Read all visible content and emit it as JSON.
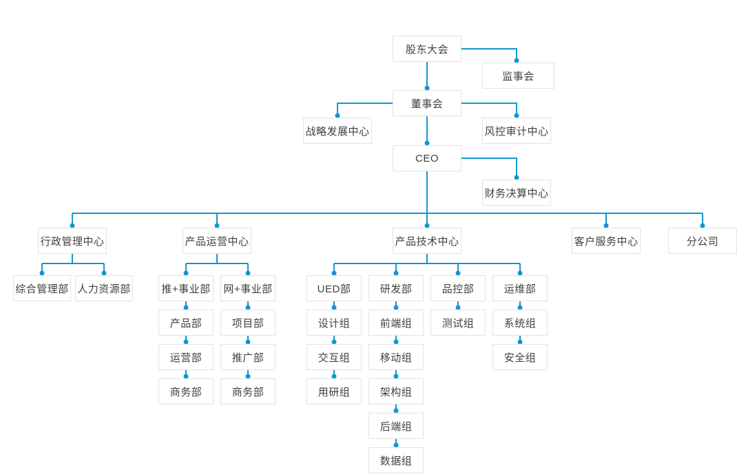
{
  "diagram": {
    "type": "org-chart",
    "background_color": "#ffffff",
    "accent_color": "#0f97d4",
    "node_background_color": "#ffffff",
    "node_border_color": "#e2e2e2",
    "node_text_color": "#3f3f3f"
  },
  "nodes": {
    "shareholders": "股东大会",
    "supervisory": "监事会",
    "board": "董事会",
    "strategy_center": "战略发展中心",
    "risk_audit_center": "风控审计中心",
    "ceo": "CEO",
    "finance_center": "财务决算中心",
    "admin_center": "行政管理中心",
    "operations_center": "产品运营中心",
    "tech_center": "产品技术中心",
    "service_center": "客户服务中心",
    "branch_company": "分公司",
    "general_affairs_dept": "综合管理部",
    "hr_dept": "人力资源部",
    "tui_division": "推+事业部",
    "wang_division": "网+事业部",
    "product_dept": "产品部",
    "operation_dept": "运营部",
    "business_dept_tui": "商务部",
    "project_dept": "项目部",
    "promotion_dept": "推广部",
    "business_dept_wang": "商务部",
    "ued_dept": "UED部",
    "rd_dept": "研发部",
    "qc_dept": "品控部",
    "om_dept": "运维部",
    "design_group": "设计组",
    "interaction_group": "交互组",
    "user_research_group": "用研组",
    "frontend_group": "前端组",
    "mobile_group": "移动组",
    "architecture_group": "架构组",
    "backend_group": "后端组",
    "data_group": "数据组",
    "test_group": "测试组",
    "system_group": "系统组",
    "security_group": "安全组"
  },
  "hierarchy": {
    "label": "股东大会",
    "children": [
      {
        "label": "监事会"
      },
      {
        "label": "董事会",
        "children": [
          {
            "label": "战略发展中心"
          },
          {
            "label": "风控审计中心"
          },
          {
            "label": "CEO",
            "children": [
              {
                "label": "财务决算中心"
              },
              {
                "label": "行政管理中心",
                "children": [
                  {
                    "label": "综合管理部"
                  },
                  {
                    "label": "人力资源部"
                  }
                ]
              },
              {
                "label": "产品运营中心",
                "children": [
                  {
                    "label": "推+事业部",
                    "children": [
                      {
                        "label": "产品部"
                      },
                      {
                        "label": "运营部"
                      },
                      {
                        "label": "商务部"
                      }
                    ]
                  },
                  {
                    "label": "网+事业部",
                    "children": [
                      {
                        "label": "项目部"
                      },
                      {
                        "label": "推广部"
                      },
                      {
                        "label": "商务部"
                      }
                    ]
                  }
                ]
              },
              {
                "label": "产品技术中心",
                "children": [
                  {
                    "label": "UED部",
                    "children": [
                      {
                        "label": "设计组"
                      },
                      {
                        "label": "交互组"
                      },
                      {
                        "label": "用研组"
                      }
                    ]
                  },
                  {
                    "label": "研发部",
                    "children": [
                      {
                        "label": "前端组"
                      },
                      {
                        "label": "移动组"
                      },
                      {
                        "label": "架构组"
                      },
                      {
                        "label": "后端组"
                      },
                      {
                        "label": "数据组"
                      }
                    ]
                  },
                  {
                    "label": "品控部",
                    "children": [
                      {
                        "label": "测试组"
                      }
                    ]
                  },
                  {
                    "label": "运维部",
                    "children": [
                      {
                        "label": "系统组"
                      },
                      {
                        "label": "安全组"
                      }
                    ]
                  }
                ]
              },
              {
                "label": "客户服务中心"
              },
              {
                "label": "分公司"
              }
            ]
          }
        ]
      }
    ]
  }
}
